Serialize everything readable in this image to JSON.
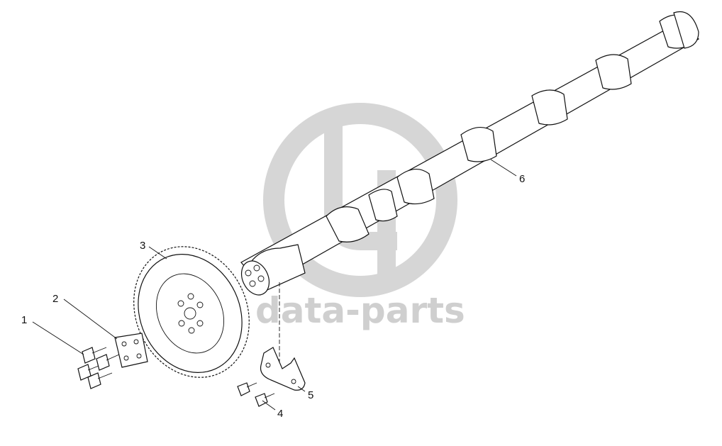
{
  "watermark": {
    "text": "data-parts",
    "color": "#c8c8c8"
  },
  "callouts": [
    {
      "id": "1",
      "label": "1",
      "part": "bolts"
    },
    {
      "id": "2",
      "label": "2",
      "part": "plate"
    },
    {
      "id": "3",
      "label": "3",
      "part": "gear"
    },
    {
      "id": "4",
      "label": "4",
      "part": "screws"
    },
    {
      "id": "5",
      "label": "5",
      "part": "thrust-plate"
    },
    {
      "id": "6",
      "label": "6",
      "part": "camshaft"
    }
  ]
}
